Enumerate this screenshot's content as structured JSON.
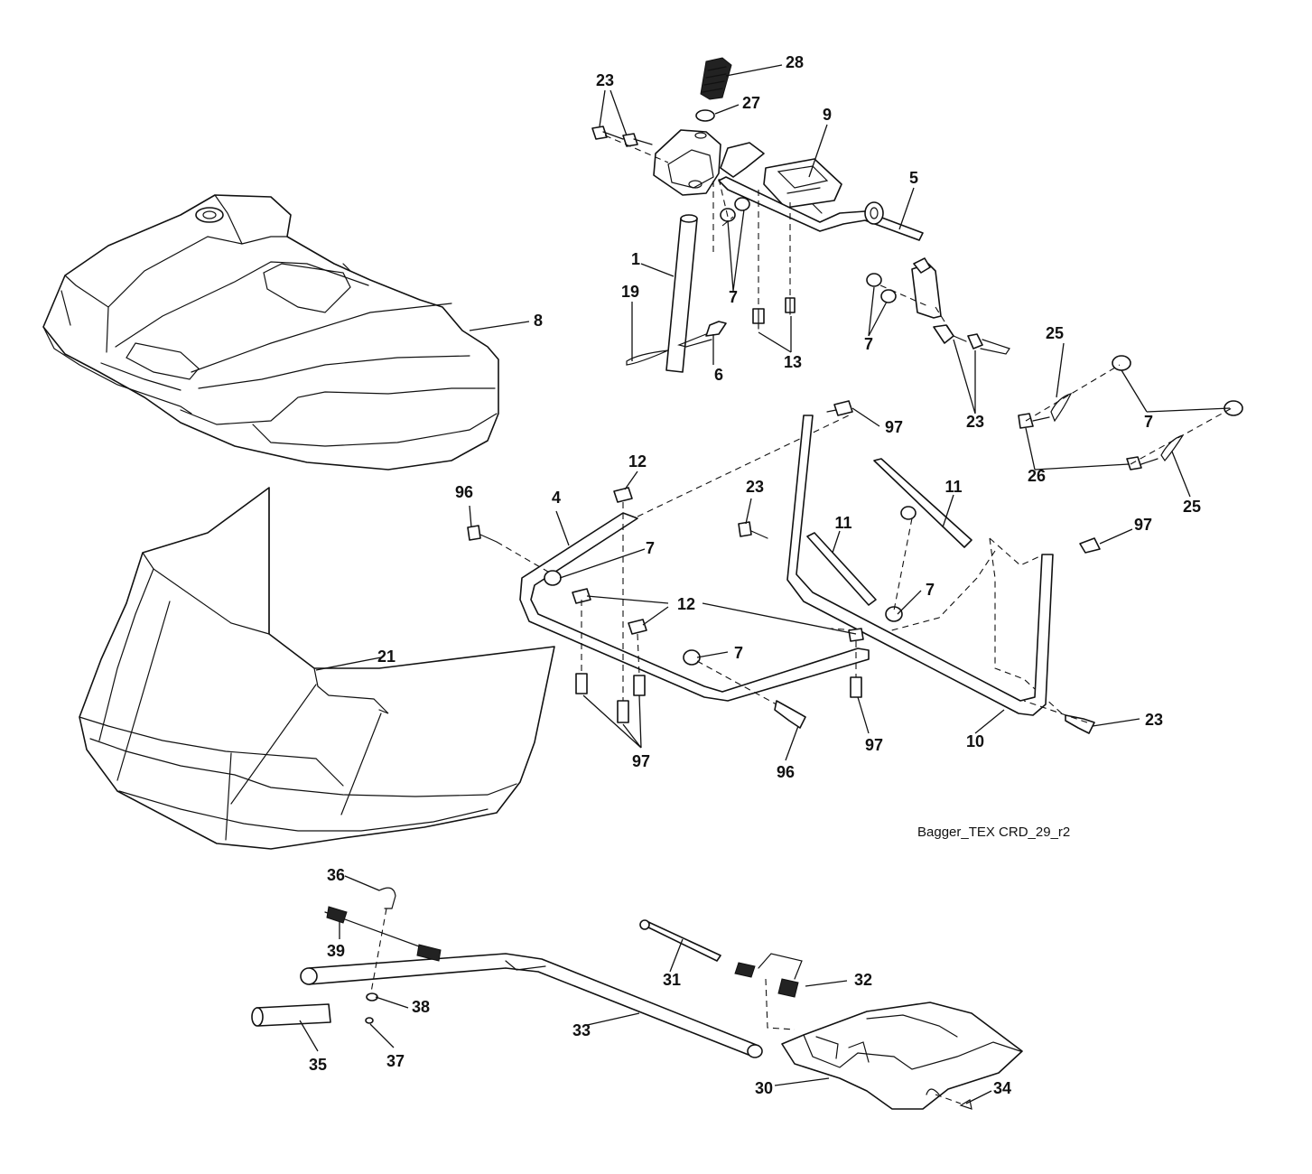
{
  "drawing_code": "Bagger_TEX CRD_29_r2",
  "callouts": [
    "1",
    "4",
    "5",
    "6",
    "7",
    "8",
    "9",
    "10",
    "11",
    "12",
    "13",
    "19",
    "21",
    "23",
    "25",
    "26",
    "27",
    "28",
    "30",
    "31",
    "32",
    "33",
    "34",
    "35",
    "36",
    "37",
    "38",
    "39",
    "96",
    "97"
  ]
}
